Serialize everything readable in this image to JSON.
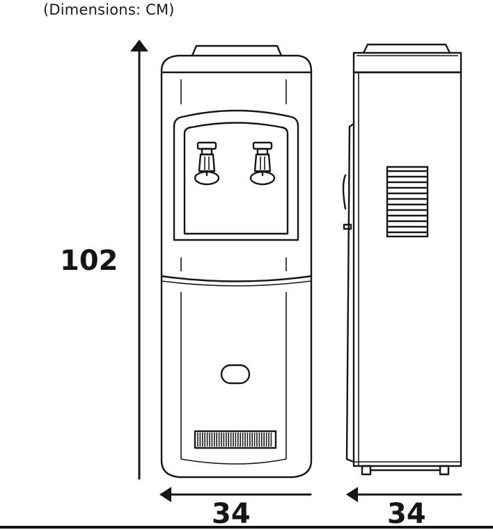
{
  "caption": "(Dimensions: CM)",
  "dimensions": {
    "height_label": "102",
    "front_width_label": "34",
    "side_width_label": "34"
  },
  "colors": {
    "line": "#151515",
    "background": "#ffffff"
  }
}
